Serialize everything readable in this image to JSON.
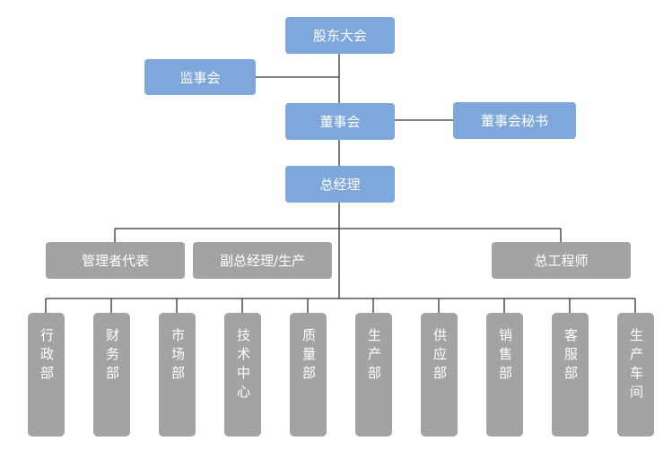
{
  "colors": {
    "governance": "#7ea8dc",
    "management": "#a3a3a3",
    "connector": "#333333"
  },
  "top": {
    "shareholders": "股东大会",
    "supervisory_board": "监事会",
    "board": "董事会",
    "board_secretary": "董事会秘书",
    "general_manager": "总经理"
  },
  "managers": {
    "management_rep": "管理者代表",
    "deputy_gm_production": "副总经理/生产",
    "chief_engineer": "总工程师"
  },
  "departments": [
    "行政部",
    "财务部",
    "市场部",
    "技术中心",
    "质量部",
    "生产部",
    "供应部",
    "销售部",
    "客服部",
    "生产车间"
  ]
}
